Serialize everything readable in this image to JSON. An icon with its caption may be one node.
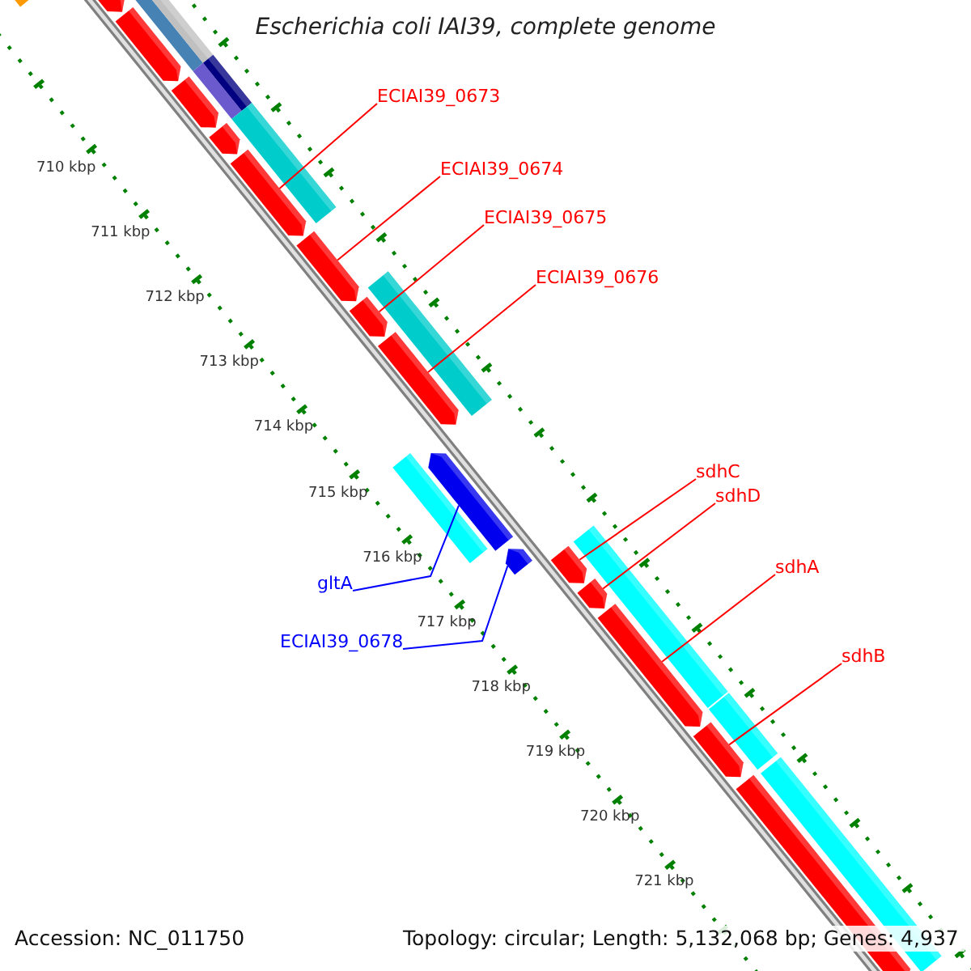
{
  "diagram": {
    "title": "Escherichia coli IAI39, complete genome",
    "nodes": [
      {
        "text": [
          "ECIAI39_0673"
        ]
      },
      {
        "text": [
          "ECIAI39_0674"
        ]
      },
      {
        "text": [
          "ECIAI39_0675"
        ]
      },
      {
        "text": [
          "ECIAI39_0676"
        ]
      },
      {
        "text": [
          "sdhC"
        ]
      },
      {
        "text": [
          "sdhD"
        ]
      },
      {
        "text": [
          "sdhA"
        ]
      },
      {
        "text": [
          "sdhB"
        ]
      },
      {
        "text": [
          "gltA"
        ]
      },
      {
        "text": [
          "ECIAI39_0678"
        ]
      },
      {
        "text": [],
        "shape": "arrow"
      },
      {
        "text": [],
        "shape": "arrow"
      },
      {
        "text": [],
        "shape": "arrow"
      },
      {
        "text": [],
        "shape": "arrow"
      },
      {
        "text": [],
        "shape": "arrow"
      },
      {
        "text": [],
        "shape": "arrow"
      },
      {
        "text": [],
        "shape": "arrow"
      },
      {
        "text": [],
        "shape": "arrow"
      },
      {
        "text": [],
        "shape": "arrow"
      },
      {
        "text": [],
        "shape": "arrow"
      },
      {
        "text": [],
        "shape": "arrow"
      },
      {
        "text": [],
        "shape": "arrow"
      },
      {
        "text": [],
        "shape": "arrow"
      },
      {
        "text": [],
        "shape": "arrow"
      },
      {
        "text": [],
        "shape": "arrow"
      }
    ],
    "edges": [
      {
        "from": 0,
        "to": 12,
        "arrow": "none"
      },
      {
        "from": 1,
        "to": 13,
        "arrow": "none"
      },
      {
        "from": 2,
        "to": 14,
        "arrow": "none"
      },
      {
        "from": 3,
        "to": 15,
        "arrow": "none"
      },
      {
        "from": 4,
        "to": 16,
        "arrow": "none"
      },
      {
        "from": 5,
        "to": 17,
        "arrow": "none"
      },
      {
        "from": 6,
        "to": 18,
        "arrow": "none"
      },
      {
        "from": 7,
        "to": 19,
        "arrow": "none"
      },
      {
        "from": 8,
        "to": 10,
        "arrow": "none",
        "color": "#0000ff"
      },
      {
        "from": 9,
        "to": 11,
        "arrow": "none",
        "color": "#0000ff"
      }
    ],
    "labels": [
      "710 kbp",
      "711 kbp",
      "712 kbp",
      "713 kbp",
      "714 kbp",
      "715 kbp",
      "716 kbp",
      "717 kbp",
      "718 kbp",
      "719 kbp",
      "720 kbp",
      "721 kbp",
      "Accession: NC_011750",
      "Topology: circular; Length: 5,132,068 bp; Genes: 4,937"
    ]
  }
}
